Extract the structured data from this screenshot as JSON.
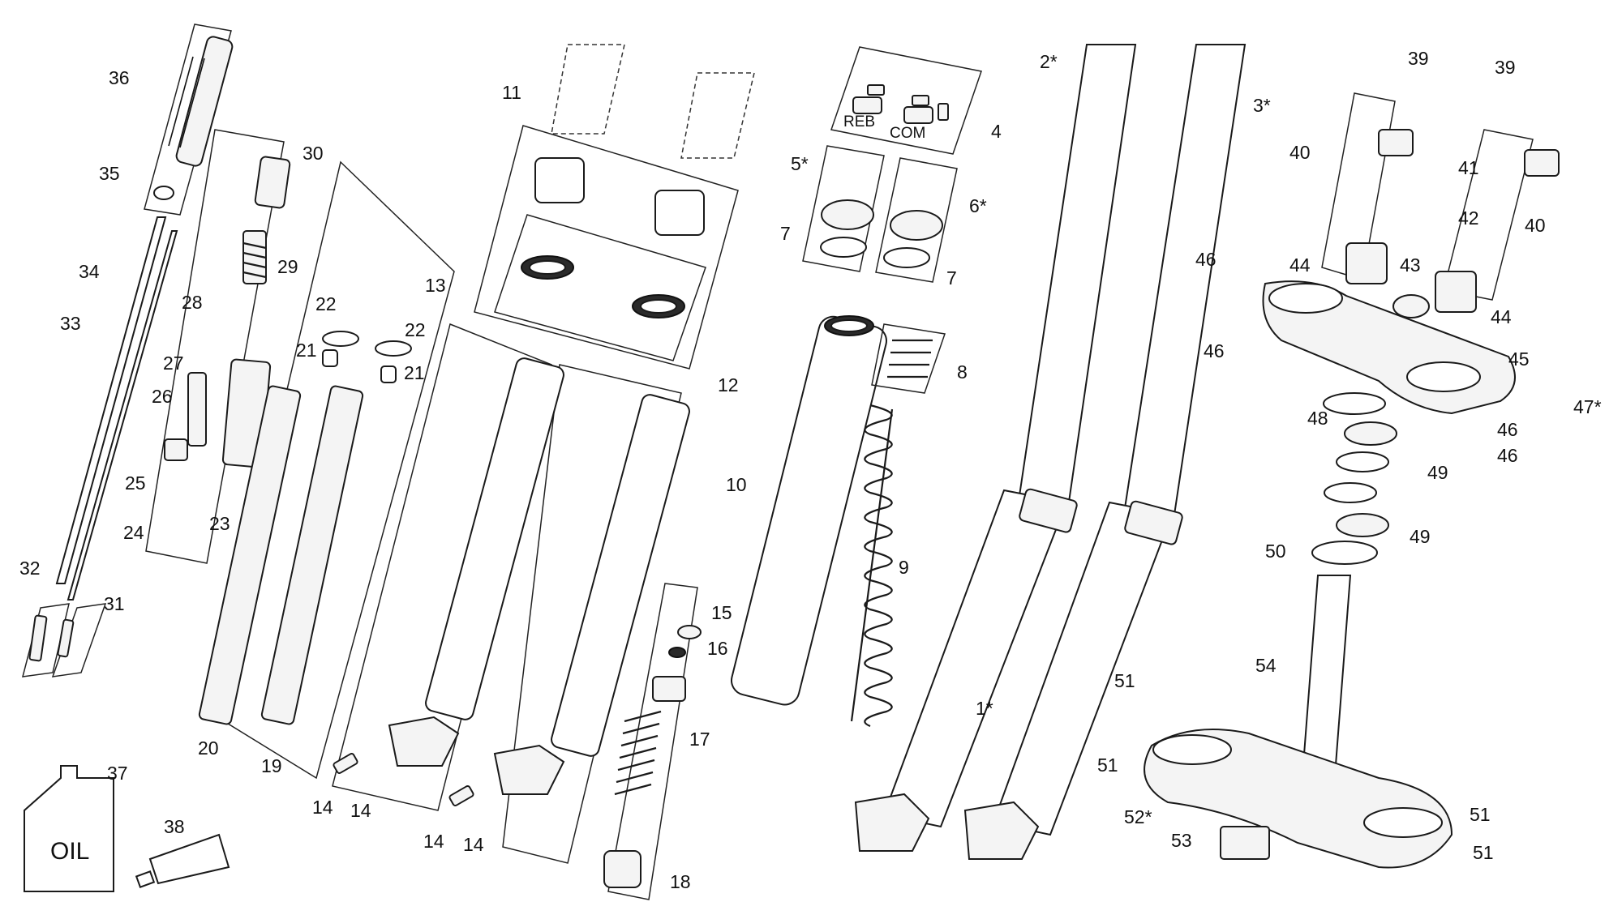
{
  "labels": {
    "p1": "1*",
    "p2": "2*",
    "p3": "3*",
    "p4": "4",
    "p5": "5*",
    "p6": "6*",
    "p7a": "7",
    "p7b": "7",
    "p8": "8",
    "p9": "9",
    "p10": "10",
    "p11": "11",
    "p12": "12",
    "p13": "13",
    "p14a": "14",
    "p14b": "14",
    "p14c": "14",
    "p14d": "14",
    "p15": "15",
    "p16": "16",
    "p17": "17",
    "p18": "18",
    "p19": "19",
    "p20": "20",
    "p21a": "21",
    "p21b": "21",
    "p22a": "22",
    "p22b": "22",
    "p23": "23",
    "p24": "24",
    "p25": "25",
    "p26": "26",
    "p27": "27",
    "p28": "28",
    "p29": "29",
    "p30": "30",
    "p31": "31",
    "p32": "32",
    "p33": "33",
    "p34": "34",
    "p35": "35",
    "p36": "36",
    "p37": "37",
    "p38": "38",
    "p39a": "39",
    "p39b": "39",
    "p40a": "40",
    "p40b": "40",
    "p41": "41",
    "p42": "42",
    "p43": "43",
    "p44a": "44",
    "p44b": "44",
    "p45": "45",
    "p46a": "46",
    "p46b": "46",
    "p46c": "46",
    "p46d": "46",
    "p47": "47*",
    "p48": "48",
    "p49a": "49",
    "p49b": "49",
    "p50": "50",
    "p51a": "51",
    "p51b": "51",
    "p51c": "51",
    "p51d": "51",
    "p52": "52*",
    "p53": "53",
    "p54": "54"
  },
  "part_text": {
    "reb": "REB",
    "com": "COM",
    "oil": "OIL"
  }
}
